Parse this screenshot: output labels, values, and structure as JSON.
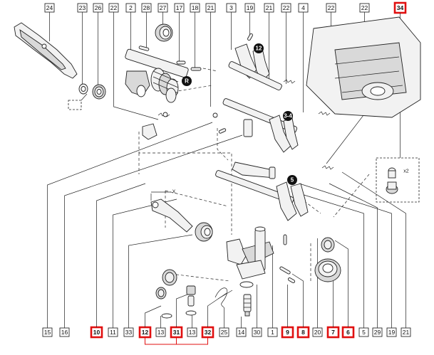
{
  "top_labels": [
    {
      "id": "t24",
      "text": "24"
    },
    {
      "id": "t23",
      "text": "23"
    },
    {
      "id": "t26",
      "text": "26"
    },
    {
      "id": "t2",
      "text": "2"
    },
    {
      "id": "t28",
      "text": "28"
    },
    {
      "id": "t27",
      "text": "27"
    },
    {
      "id": "t17",
      "text": "17"
    },
    {
      "id": "t18",
      "text": "18"
    },
    {
      "id": "t21a",
      "text": "21"
    },
    {
      "id": "t3",
      "text": "3"
    },
    {
      "id": "t19a",
      "text": "19"
    },
    {
      "id": "t21b",
      "text": "21"
    },
    {
      "id": "t22a",
      "text": "22"
    },
    {
      "id": "t4",
      "text": "4"
    },
    {
      "id": "t22b",
      "text": "22"
    },
    {
      "id": "t22c",
      "text": "22"
    },
    {
      "id": "t34",
      "text": "34"
    }
  ],
  "bottom_labels": [
    {
      "id": "b15",
      "text": "15"
    },
    {
      "id": "b16",
      "text": "16"
    },
    {
      "id": "b10",
      "text": "10"
    },
    {
      "id": "b11",
      "text": "11"
    },
    {
      "id": "b33",
      "text": "33"
    },
    {
      "id": "b12",
      "text": "12"
    },
    {
      "id": "b13a",
      "text": "13"
    },
    {
      "id": "b31",
      "text": "31"
    },
    {
      "id": "b13b",
      "text": "13"
    },
    {
      "id": "b32",
      "text": "32"
    },
    {
      "id": "b25",
      "text": "25"
    },
    {
      "id": "b14",
      "text": "14"
    },
    {
      "id": "b30",
      "text": "30"
    },
    {
      "id": "b1",
      "text": "1"
    },
    {
      "id": "b9",
      "text": "9"
    },
    {
      "id": "b8",
      "text": "8"
    },
    {
      "id": "b20",
      "text": "20"
    },
    {
      "id": "b7",
      "text": "7"
    },
    {
      "id": "b6",
      "text": "6"
    },
    {
      "id": "b5",
      "text": "5"
    },
    {
      "id": "b29",
      "text": "29"
    },
    {
      "id": "b19",
      "text": "19"
    },
    {
      "id": "b21",
      "text": "21"
    }
  ],
  "left_labels": [
    {
      "id": "l22",
      "text": "22"
    }
  ],
  "callouts": [
    {
      "id": "c12",
      "text": "12"
    },
    {
      "id": "cR",
      "text": "R"
    },
    {
      "id": "c34",
      "text": "3-4"
    },
    {
      "id": "c5",
      "text": "5"
    }
  ],
  "annotations": {
    "x2": "x2",
    "x_mark": "X"
  },
  "highlight_color": "#e01010"
}
